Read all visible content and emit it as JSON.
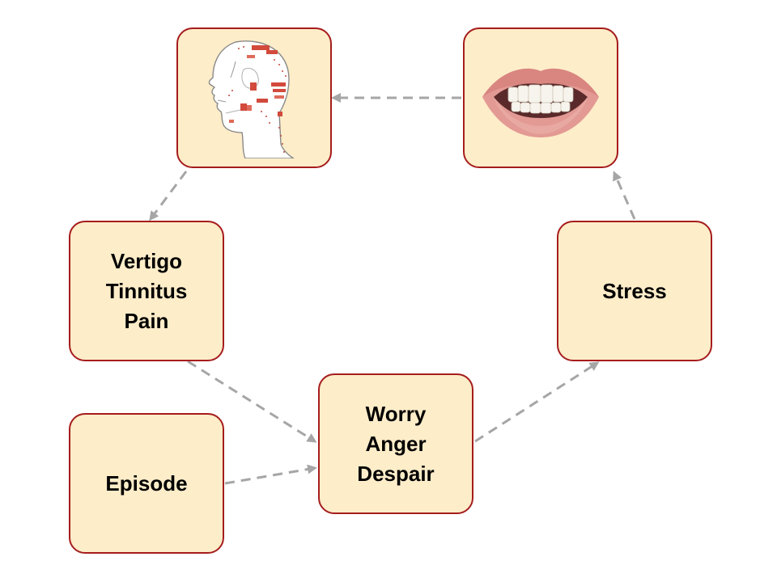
{
  "colors": {
    "box_fill": "#fdedc9",
    "box_border": "#a61c1c",
    "arrow": "#a6a6a6",
    "text": "#000000"
  },
  "nodes": {
    "symptoms": {
      "lines": [
        "Vertigo",
        "Tinnitus",
        "Pain"
      ]
    },
    "emotions": {
      "lines": [
        "Worry",
        "Anger",
        "Despair"
      ]
    },
    "stress": {
      "lines": [
        "Stress"
      ]
    },
    "episode": {
      "lines": [
        "Episode"
      ]
    },
    "head": {
      "image": "head-muscle-chart-image"
    },
    "mouth": {
      "image": "clenched-teeth-mouth-image"
    }
  },
  "edges": [
    {
      "from": "episode",
      "to": "emotions"
    },
    {
      "from": "symptoms",
      "to": "emotions"
    },
    {
      "from": "emotions",
      "to": "stress"
    },
    {
      "from": "stress",
      "to": "mouth"
    },
    {
      "from": "mouth",
      "to": "head"
    },
    {
      "from": "head",
      "to": "symptoms"
    }
  ]
}
